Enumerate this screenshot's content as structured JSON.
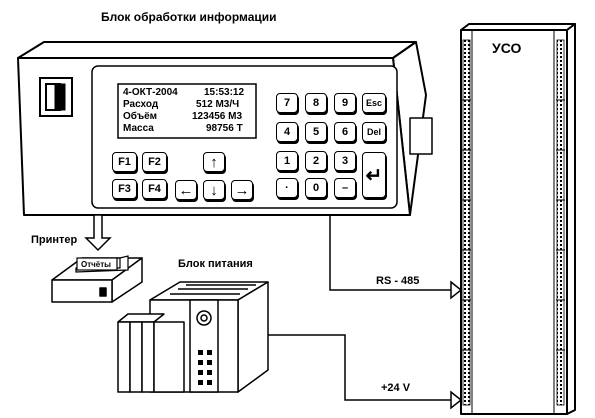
{
  "title": "Блок обработки информации",
  "display": {
    "date": "4-ОКТ-2004",
    "time": "15:53:12",
    "rows": [
      {
        "label": "Расход",
        "value": "512 М3/Ч"
      },
      {
        "label": "Объём",
        "value": "123456 М3"
      },
      {
        "label": "Масса",
        "value": "98756 Т"
      }
    ]
  },
  "keypad": {
    "row1": [
      "7",
      "8",
      "9",
      "Esc"
    ],
    "row2": [
      "4",
      "5",
      "6",
      "Del"
    ],
    "row3": [
      "1",
      "2",
      "3"
    ],
    "row4": [
      "·",
      "0",
      "–"
    ],
    "enter": "↵",
    "fkeys": [
      "F1",
      "F2",
      "F3",
      "F4"
    ],
    "arrows": {
      "up": "↑",
      "left": "←",
      "down": "↓",
      "right": "→"
    }
  },
  "printer": {
    "label": "Принтер",
    "paper_text": "Отчёты"
  },
  "power_supply": {
    "label": "Блок питания"
  },
  "uso": {
    "label": "УСО"
  },
  "connections": {
    "rs485": "RS - 485",
    "power": "+24 V"
  }
}
